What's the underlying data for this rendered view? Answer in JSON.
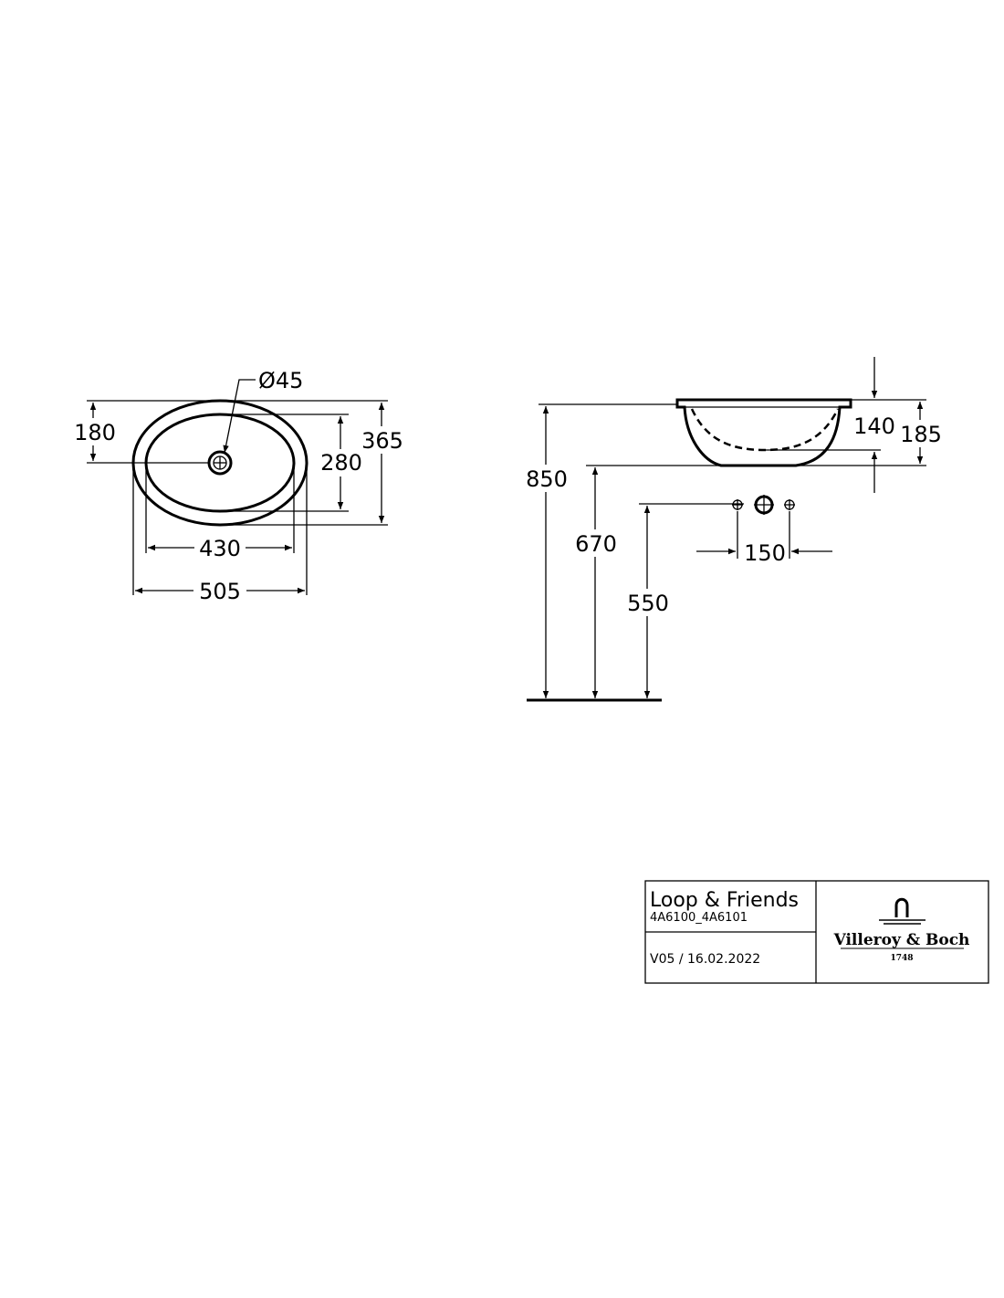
{
  "top_view": {
    "dim_width_outer": "505",
    "dim_width_inner": "430",
    "dim_depth_outer": "365",
    "dim_depth_inner": "280",
    "dim_drain_offset": "180",
    "dim_drain_diameter": "Ø45"
  },
  "side_view": {
    "dim_rim_height": "850",
    "dim_bottom_height": "670",
    "dim_outlet_height": "550",
    "dim_outlet_spacing": "150",
    "dim_bowl_depth": "140",
    "dim_total_height": "185"
  },
  "title_block": {
    "product_name": "Loop & Friends",
    "article_numbers": "4A6100_4A6101",
    "version": "V05 / 16.02.2022",
    "brand": "Villeroy & Boch",
    "brand_year": "1748"
  }
}
